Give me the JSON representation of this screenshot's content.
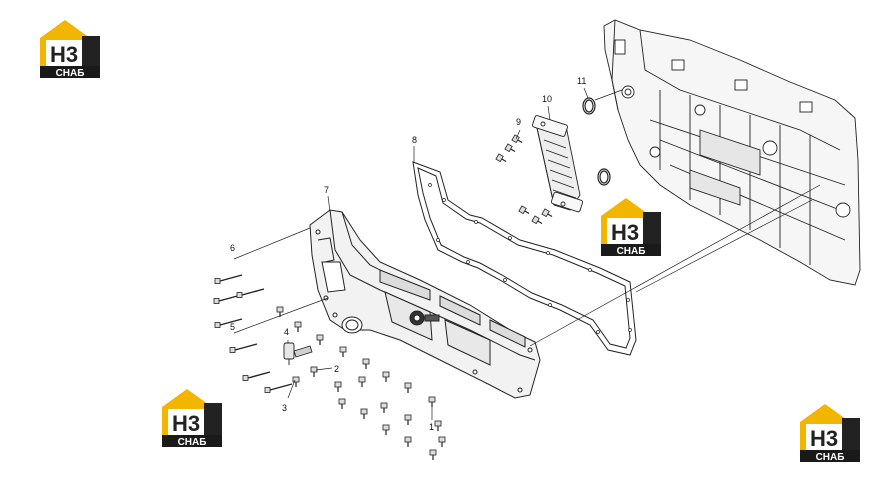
{
  "logo": {
    "main": "H3",
    "sub": "CHAБ",
    "colors": {
      "roof": "#f2b600",
      "dark": "#222222",
      "band": "#1a1a1a",
      "text_light": "#ffffff"
    }
  },
  "callouts": [
    "1",
    "2",
    "3",
    "4",
    "5",
    "6",
    "7",
    "8",
    "9",
    "10",
    "11"
  ],
  "colors": {
    "line": "#222222",
    "part_fill": "#f4f4f4",
    "shade": "#cfcfcf"
  }
}
